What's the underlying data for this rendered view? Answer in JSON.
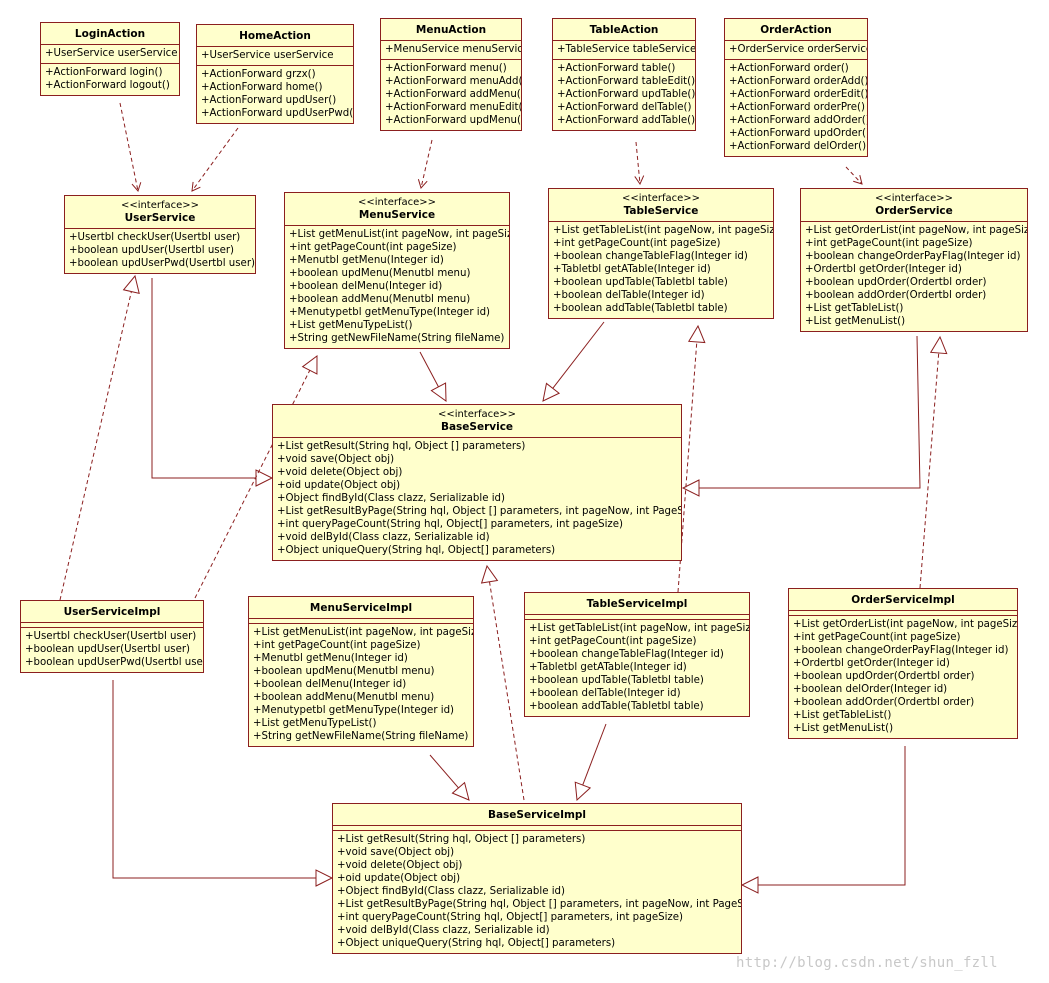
{
  "classes": [
    {
      "id": "login_action",
      "name": "LoginAction",
      "stereotype": "",
      "attributes": [
        "+UserService userService"
      ],
      "methods": [
        "+ActionForward login()",
        "+ActionForward logout()"
      ]
    },
    {
      "id": "home_action",
      "name": "HomeAction",
      "stereotype": "",
      "attributes": [
        "+UserService userService"
      ],
      "methods": [
        "+ActionForward  grzx()",
        "+ActionForward  home()",
        "+ActionForward  updUser()",
        "+ActionForward updUserPwd()"
      ]
    },
    {
      "id": "menu_action",
      "name": "MenuAction",
      "stereotype": "",
      "attributes": [
        "+MenuService menuService"
      ],
      "methods": [
        "+ActionForward menu()",
        "+ActionForward menuAdd()",
        "+ActionForward addMenu()",
        "+ActionForward menuEdit()",
        "+ActionForward updMenu()"
      ]
    },
    {
      "id": "table_action",
      "name": "TableAction",
      "stereotype": "",
      "attributes": [
        "+TableService tableService"
      ],
      "methods": [
        "+ActionForward table()",
        "+ActionForward tableEdit()",
        "+ActionForward updTable()",
        "+ActionForward delTable()",
        "+ActionForward addTable()"
      ]
    },
    {
      "id": "order_action",
      "name": "OrderAction",
      "stereotype": "",
      "attributes": [
        "+OrderService orderService"
      ],
      "methods": [
        "+ActionForward order()",
        "+ActionForward orderAdd()",
        "+ActionForward orderEdit()",
        "+ActionForward orderPre()",
        "+ActionForward addOrder()",
        "+ActionForward updOrder()",
        "+ActionForward delOrder()"
      ]
    },
    {
      "id": "user_service",
      "name": "UserService",
      "stereotype": "<<interface>>",
      "attributes": null,
      "methods": [
        "+Usertbl checkUser(Usertbl user)",
        "+boolean updUser(Usertbl user)",
        "+boolean updUserPwd(Usertbl user)()"
      ]
    },
    {
      "id": "menu_service",
      "name": "MenuService",
      "stereotype": "<<interface>>",
      "attributes": null,
      "methods": [
        "+List getMenuList(int pageNow, int pageSize)",
        "+int getPageCount(int pageSize)",
        "+Menutbl getMenu(Integer id)",
        "+boolean updMenu(Menutbl menu)",
        "+boolean delMenu(Integer id)",
        "+boolean addMenu(Menutbl menu)",
        "+Menutypetbl getMenuType(Integer id)",
        "+List getMenuTypeList()",
        "+String getNewFileName(String fileName)"
      ]
    },
    {
      "id": "table_service",
      "name": "TableService",
      "stereotype": "<<interface>>",
      "attributes": null,
      "methods": [
        "+List getTableList(int pageNow, int pageSize)",
        "+int getPageCount(int pageSize)",
        "+boolean changeTableFlag(Integer id)",
        "+Tabletbl getATable(Integer id)",
        "+boolean updTable(Tabletbl table)",
        "+boolean delTable(Integer id)",
        "+boolean addTable(Tabletbl table)"
      ]
    },
    {
      "id": "order_service",
      "name": "OrderService",
      "stereotype": "<<interface>>",
      "attributes": null,
      "methods": [
        "+List getOrderList(int pageNow, int pageSize)",
        "+int getPageCount(int pageSize)",
        "+boolean changeOrderPayFlag(Integer id)",
        "+Ordertbl getOrder(Integer id)",
        "+boolean updOrder(Ordertbl order)",
        "+boolean addOrder(Ordertbl order)",
        "+List getTableList()",
        "+List getMenuList()"
      ]
    },
    {
      "id": "base_service",
      "name": "BaseService",
      "stereotype": "<<interface>>",
      "attributes": null,
      "methods": [
        "+List getResult(String hql, Object [] parameters)",
        "+void save(Object obj)",
        "+void delete(Object obj)",
        "+oid update(Object obj)",
        "+Object findById(Class clazz, Serializable id)",
        "+List getResultByPage(String hql, Object [] parameters, int pageNow, int PageSize)",
        "+int queryPageCount(String hql, Object[] parameters, int pageSize)",
        "+void delById(Class clazz, Serializable id)",
        "+Object uniqueQuery(String hql, Object[] parameters)"
      ]
    },
    {
      "id": "user_service_impl",
      "name": "UserServiceImpl",
      "stereotype": "",
      "attributes": [],
      "methods": [
        "+Usertbl checkUser(Usertbl user)",
        "+boolean updUser(Usertbl user)",
        "+boolean updUserPwd(Usertbl user)"
      ]
    },
    {
      "id": "menu_service_impl",
      "name": "MenuServiceImpl",
      "stereotype": "",
      "attributes": [],
      "methods": [
        "+List getMenuList(int pageNow, int pageSize)",
        "+int getPageCount(int pageSize)",
        "+Menutbl getMenu(Integer id)",
        "+boolean updMenu(Menutbl menu)",
        "+boolean delMenu(Integer id)",
        "+boolean addMenu(Menutbl menu)",
        "+Menutypetbl getMenuType(Integer id)",
        "+List getMenuTypeList()",
        "+String getNewFileName(String fileName)"
      ]
    },
    {
      "id": "table_service_impl",
      "name": "TableServiceImpl",
      "stereotype": "",
      "attributes": [],
      "methods": [
        "+List getTableList(int pageNow, int pageSize)",
        "+int getPageCount(int pageSize)",
        "+boolean changeTableFlag(Integer id)",
        "+Tabletbl getATable(Integer id)",
        "+boolean updTable(Tabletbl table)",
        "+boolean delTable(Integer id)",
        "+boolean addTable(Tabletbl table)"
      ]
    },
    {
      "id": "order_service_impl",
      "name": "OrderServiceImpl",
      "stereotype": "",
      "attributes": [],
      "methods": [
        "+List getOrderList(int pageNow, int pageSize)",
        "+int getPageCount(int pageSize)",
        "+boolean changeOrderPayFlag(Integer id)",
        "+Ordertbl getOrder(Integer id)",
        "+boolean updOrder(Ordertbl order)",
        "+boolean delOrder(Integer id)",
        "+boolean addOrder(Ordertbl order)",
        "+List getTableList()",
        "+List getMenuList()"
      ]
    },
    {
      "id": "base_service_impl",
      "name": "BaseServiceImpl",
      "stereotype": "",
      "attributes": [],
      "methods": [
        "+List getResult(String hql, Object [] parameters)",
        "+void save(Object obj)",
        "+void delete(Object obj)",
        "+oid update(Object obj)",
        "+Object findById(Class clazz, Serializable id)",
        "+List getResultByPage(String hql, Object [] parameters, int pageNow, int PageSize)",
        "+int queryPageCount(String hql, Object[] parameters, int pageSize)",
        "+void delById(Class clazz, Serializable id)",
        "+Object uniqueQuery(String hql, Object[] parameters)"
      ]
    }
  ],
  "relations": [
    {
      "from": "login_action",
      "to": "user_service",
      "kind": "dependency"
    },
    {
      "from": "home_action",
      "to": "user_service",
      "kind": "dependency"
    },
    {
      "from": "menu_action",
      "to": "menu_service",
      "kind": "dependency"
    },
    {
      "from": "table_action",
      "to": "table_service",
      "kind": "dependency"
    },
    {
      "from": "order_action",
      "to": "order_service",
      "kind": "dependency"
    },
    {
      "from": "user_service",
      "to": "base_service",
      "kind": "generalization"
    },
    {
      "from": "menu_service",
      "to": "base_service",
      "kind": "generalization"
    },
    {
      "from": "table_service",
      "to": "base_service",
      "kind": "generalization"
    },
    {
      "from": "order_service",
      "to": "base_service",
      "kind": "generalization"
    },
    {
      "from": "user_service_impl",
      "to": "user_service",
      "kind": "realization"
    },
    {
      "from": "menu_service_impl",
      "to": "menu_service",
      "kind": "realization"
    },
    {
      "from": "table_service_impl",
      "to": "table_service",
      "kind": "realization"
    },
    {
      "from": "order_service_impl",
      "to": "order_service",
      "kind": "realization"
    },
    {
      "from": "base_service_impl",
      "to": "base_service",
      "kind": "realization"
    },
    {
      "from": "user_service_impl",
      "to": "base_service_impl",
      "kind": "generalization"
    },
    {
      "from": "menu_service_impl",
      "to": "base_service_impl",
      "kind": "generalization"
    },
    {
      "from": "table_service_impl",
      "to": "base_service_impl",
      "kind": "generalization"
    },
    {
      "from": "order_service_impl",
      "to": "base_service_impl",
      "kind": "generalization"
    }
  ],
  "watermark": "http://blog.csdn.net/shun_fzll",
  "colors": {
    "box_fill": "#ffffcc",
    "box_border": "#8b1f1f",
    "edge": "#8b1f1f"
  }
}
